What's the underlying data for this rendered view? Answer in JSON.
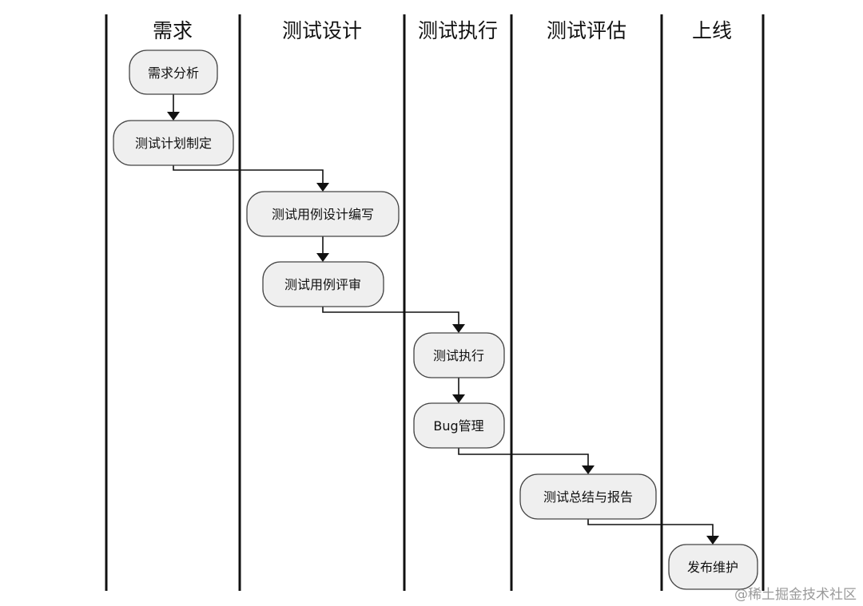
{
  "lanes": [
    {
      "id": "requirements",
      "title": "需求"
    },
    {
      "id": "test-design",
      "title": "测试设计"
    },
    {
      "id": "test-execution",
      "title": "测试执行"
    },
    {
      "id": "test-evaluation",
      "title": "测试评估"
    },
    {
      "id": "release",
      "title": "上线"
    }
  ],
  "nodes": [
    {
      "id": "n1",
      "lane": "requirements",
      "label": "需求分析"
    },
    {
      "id": "n2",
      "lane": "requirements",
      "label": "测试计划制定"
    },
    {
      "id": "n3",
      "lane": "test-design",
      "label": "测试用例设计编写"
    },
    {
      "id": "n4",
      "lane": "test-design",
      "label": "测试用例评审"
    },
    {
      "id": "n5",
      "lane": "test-execution",
      "label": "测试执行"
    },
    {
      "id": "n6",
      "lane": "test-execution",
      "label": "Bug管理"
    },
    {
      "id": "n7",
      "lane": "test-evaluation",
      "label": "测试总结与报告"
    },
    {
      "id": "n8",
      "lane": "release",
      "label": "发布维护"
    }
  ],
  "edges": [
    {
      "from": "n1",
      "to": "n2"
    },
    {
      "from": "n2",
      "to": "n3"
    },
    {
      "from": "n3",
      "to": "n4"
    },
    {
      "from": "n4",
      "to": "n5"
    },
    {
      "from": "n5",
      "to": "n6"
    },
    {
      "from": "n6",
      "to": "n7"
    },
    {
      "from": "n7",
      "to": "n8"
    }
  ],
  "watermark": "@稀土掘金技术社区"
}
